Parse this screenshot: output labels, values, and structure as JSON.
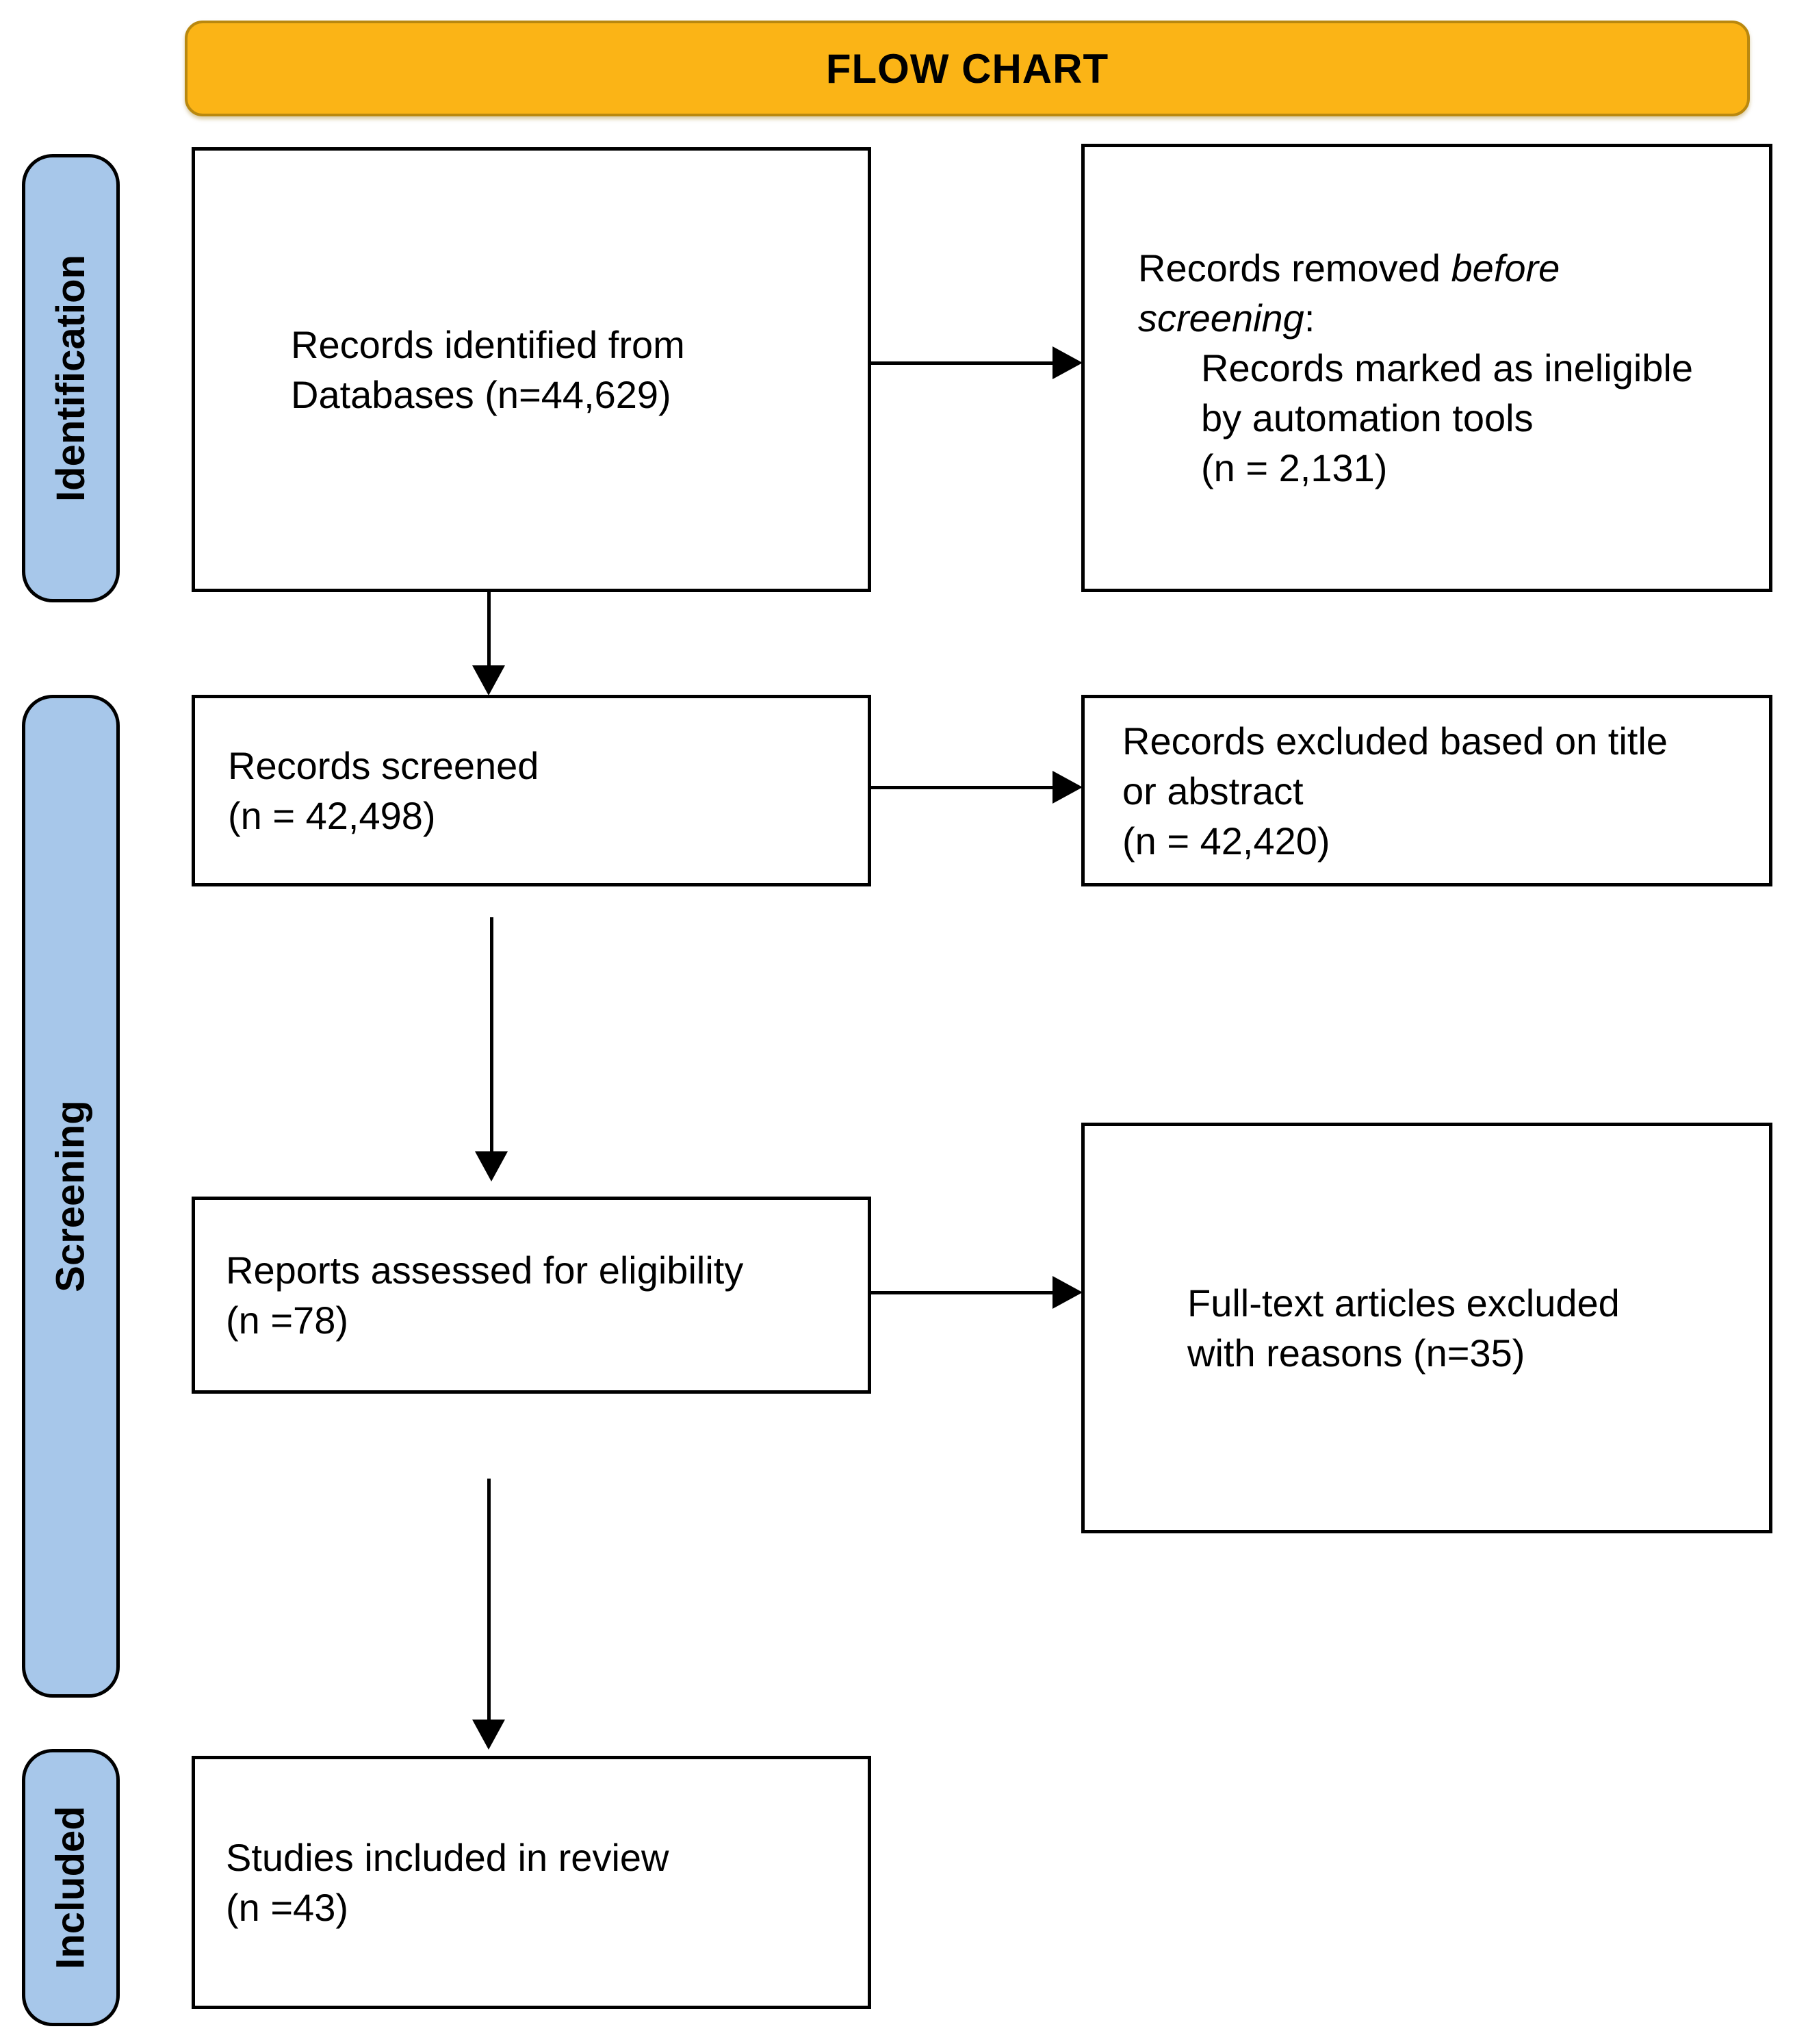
{
  "banner": {
    "label": "FLOW CHART",
    "bg_color": "#FBB416",
    "border_color": "#B9880F"
  },
  "stages": [
    {
      "label": "Identification"
    },
    {
      "label": "Screening"
    },
    {
      "label": "Included"
    }
  ],
  "stage_style": {
    "bg_color": "#A7C7EA",
    "border_color": "#000000"
  },
  "boxes": {
    "identified": {
      "lines": [
        "Records identified from",
        "Databases (n=44,629)"
      ]
    },
    "removed": {
      "line1_regular": "Records removed ",
      "line1_italic": "before",
      "line2_italic": "screening",
      "line2_colon": ":",
      "items": [
        "Records marked as ineligible",
        "by automation tools",
        "(n = 2,131)"
      ]
    },
    "screened": {
      "lines": [
        "Records screened",
        "(n = 42,498)"
      ]
    },
    "excluded": {
      "lines": [
        "Records excluded based on title",
        "or abstract",
        "(n = 42,420)"
      ]
    },
    "assessed": {
      "lines": [
        "Reports assessed for eligibility",
        "(n =78)"
      ]
    },
    "fulltext": {
      "lines": [
        "Full-text articles excluded",
        "with reasons (n=35)"
      ]
    },
    "included_review": {
      "lines": [
        "Studies included in review",
        "(n =43)"
      ]
    }
  },
  "arrow_color": "#000000"
}
